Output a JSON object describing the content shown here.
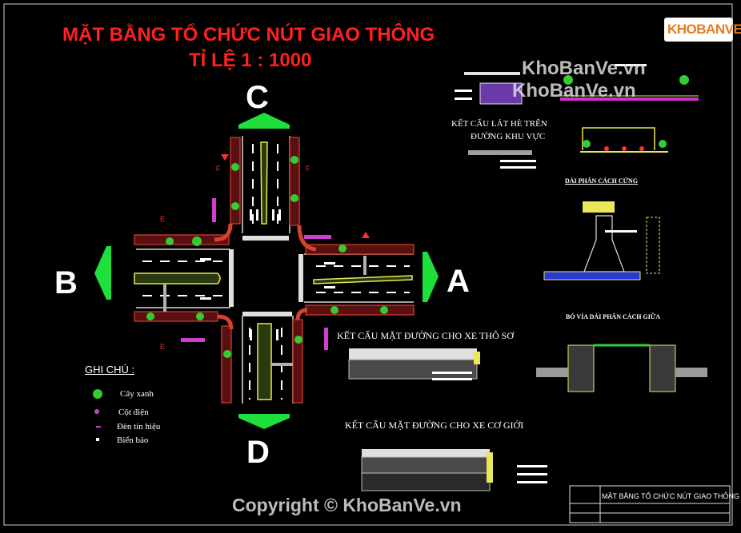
{
  "title": {
    "line1": "MẶT BẰNG TỔ CHỨC NÚT GIAO THÔNG",
    "line2": "TỈ LỆ 1 : 1000"
  },
  "directions": {
    "a": "A",
    "b": "B",
    "c": "C",
    "d": "D"
  },
  "details": {
    "sidewalk_label_1": "KẾT CẤU LÁT HÈ TRÊN",
    "sidewalk_label_2": "ĐƯỜNG KHU VỰC",
    "hard_divider": "DẢI PHÂN CÁCH CỨNG",
    "curb_divider": "BÓ VỈA DẢI PHÂN CÁCH GIỮA",
    "pavement_rudimentary": "KẾT CẤU MẶT ĐƯỜNG CHO XE THÔ SƠ",
    "pavement_motor": "KẾT CẤU MẶT ĐƯỜNG CHO XE CƠ GIỚI"
  },
  "legend": {
    "heading": "GHI CHÚ :",
    "items": [
      {
        "label": "Cây xanh",
        "icon": "tree-icon"
      },
      {
        "label": "Cột điện",
        "icon": "pole-icon"
      },
      {
        "label": "Đèn tín hiệu",
        "icon": "traffic-light-icon"
      },
      {
        "label": "Biển báo",
        "icon": "sign-icon"
      }
    ]
  },
  "title_block": {
    "label": "MẶT BẰNG TỔ CHỨC NÚT GIAO THÔNG"
  },
  "logo": {
    "text": "KHOBANVE"
  },
  "watermark": {
    "top1": "KhoBanVe.vn",
    "top2": "KhoBanVe.vn",
    "bottom": "Copyright © KhoBanVe.vn"
  },
  "colors": {
    "title": "#ff2020",
    "arrow": "#1fe03a",
    "sidewalk": "#c83a30",
    "lane_mark": "#ffffff",
    "median": "#e8e85a",
    "tree": "#33cc33"
  }
}
